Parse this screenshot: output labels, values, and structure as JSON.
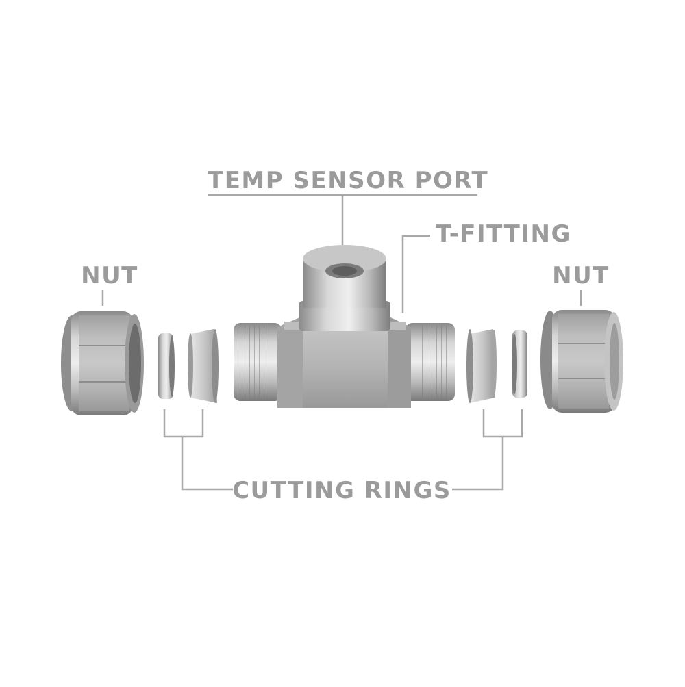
{
  "labels": {
    "temp_sensor_port": "TEMP SENSOR PORT",
    "t_fitting": "T-FITTING",
    "nut_left": "NUT",
    "nut_right": "NUT",
    "cutting_rings": "CUTTING RINGS"
  },
  "colors": {
    "label_text": "#9b9b9b",
    "leader_line": "#a8a8a8",
    "steel_light": "#d9d9d9",
    "steel_mid": "#b0b0b0",
    "steel_dark": "#7f7f7f"
  }
}
